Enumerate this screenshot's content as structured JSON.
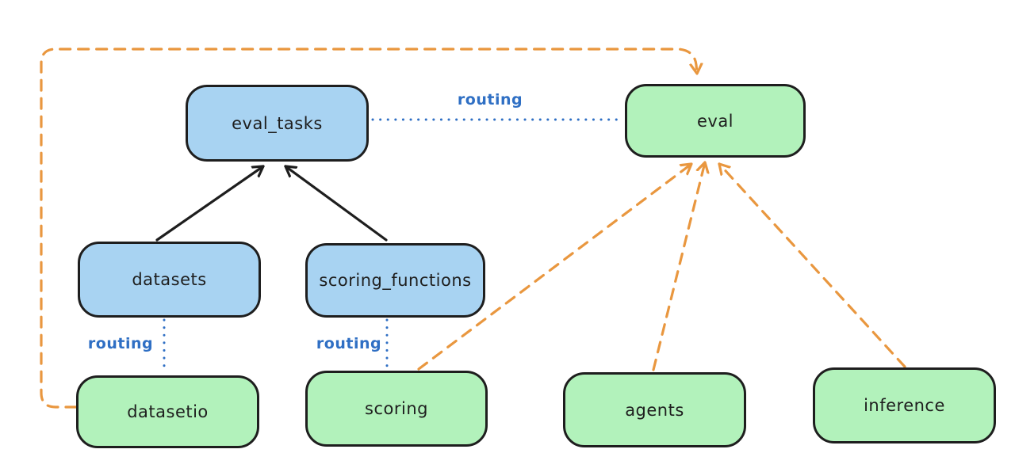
{
  "colors": {
    "node_blue": "#a8d3f2",
    "node_green": "#b2f2bb",
    "stroke_dark": "#1e1e1e",
    "routing_blue": "#2f6fc4",
    "dashed_orange": "#e9973f",
    "canvas_bg": "#ffffff"
  },
  "nodes": [
    {
      "id": "eval_tasks",
      "label": "eval_tasks",
      "kind": "blue"
    },
    {
      "id": "eval",
      "label": "eval",
      "kind": "green"
    },
    {
      "id": "datasets",
      "label": "datasets",
      "kind": "blue"
    },
    {
      "id": "scoring_functions",
      "label": "scoring_functions",
      "kind": "blue"
    },
    {
      "id": "datasetio",
      "label": "datasetio",
      "kind": "green"
    },
    {
      "id": "scoring",
      "label": "scoring",
      "kind": "green"
    },
    {
      "id": "agents",
      "label": "agents",
      "kind": "green"
    },
    {
      "id": "inference",
      "label": "inference",
      "kind": "green"
    }
  ],
  "edges": [
    {
      "from": "datasets",
      "to": "eval_tasks",
      "style": "solid-arrow",
      "label": ""
    },
    {
      "from": "scoring_functions",
      "to": "eval_tasks",
      "style": "solid-arrow",
      "label": ""
    },
    {
      "from": "eval_tasks",
      "to": "eval",
      "style": "dotted",
      "label": "routing"
    },
    {
      "from": "datasets",
      "to": "datasetio",
      "style": "dotted",
      "label": "routing"
    },
    {
      "from": "scoring_functions",
      "to": "scoring",
      "style": "dotted",
      "label": "routing"
    },
    {
      "from": "scoring",
      "to": "eval",
      "style": "dashed-arrow",
      "label": ""
    },
    {
      "from": "agents",
      "to": "eval",
      "style": "dashed-arrow",
      "label": ""
    },
    {
      "from": "inference",
      "to": "eval",
      "style": "dashed-arrow",
      "label": ""
    },
    {
      "from": "datasetio",
      "to": "eval",
      "style": "dashed-arrow",
      "label": ""
    }
  ]
}
